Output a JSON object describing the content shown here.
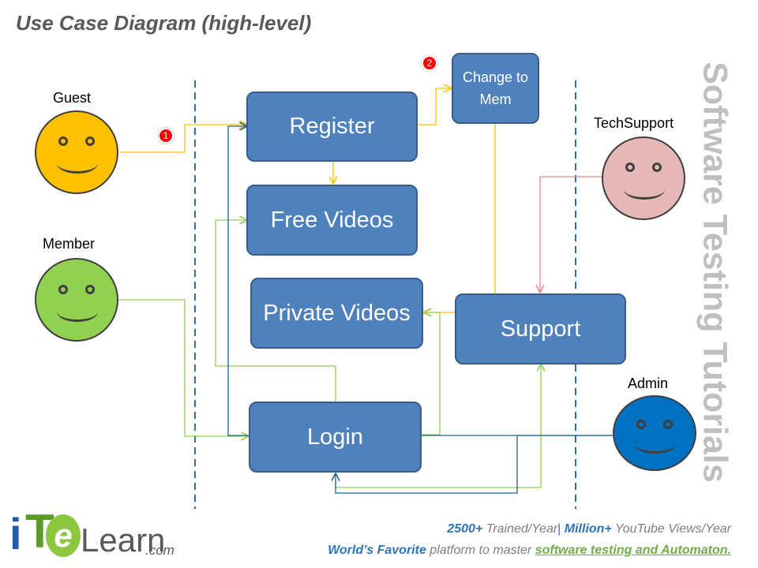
{
  "title": "Use Case Diagram (high-level)",
  "actors": {
    "guest": {
      "label": "Guest",
      "color": "#ffc000"
    },
    "member": {
      "label": "Member",
      "color": "#92d050"
    },
    "techsupport": {
      "label": "TechSupport",
      "color": "#e6b9b8"
    },
    "admin": {
      "label": "Admin",
      "color": "#0070c0"
    }
  },
  "use_cases": {
    "register": "Register",
    "change_mem": "Change to Mem",
    "free_videos": "Free Videos",
    "private_videos": "Private Videos",
    "support": "Support",
    "login": "Login"
  },
  "badges": {
    "one": "1",
    "two": "2"
  },
  "watermark": "Software Testing Tutorials",
  "logo": {
    "i": "i",
    "t": "T",
    "e": "e",
    "learn": "Learn",
    "com": ".com"
  },
  "footer": {
    "trained_count": "2500+",
    "trained_text": " Trained/Year",
    "separator": "|",
    "views_count": "Million+",
    "views_text": " YouTube Views/Year",
    "favorite": "World’s Favorite",
    "platform_text": " platform to master ",
    "link_text": "software testing and Automaton."
  },
  "colors": {
    "box_fill": "#4f81bd",
    "box_border": "#385d8a",
    "line_yellow": "#ffc000",
    "line_green": "#92d050",
    "line_blue": "#1f6391",
    "line_pink": "#e6868c",
    "boundary": "#2e6f9e"
  }
}
